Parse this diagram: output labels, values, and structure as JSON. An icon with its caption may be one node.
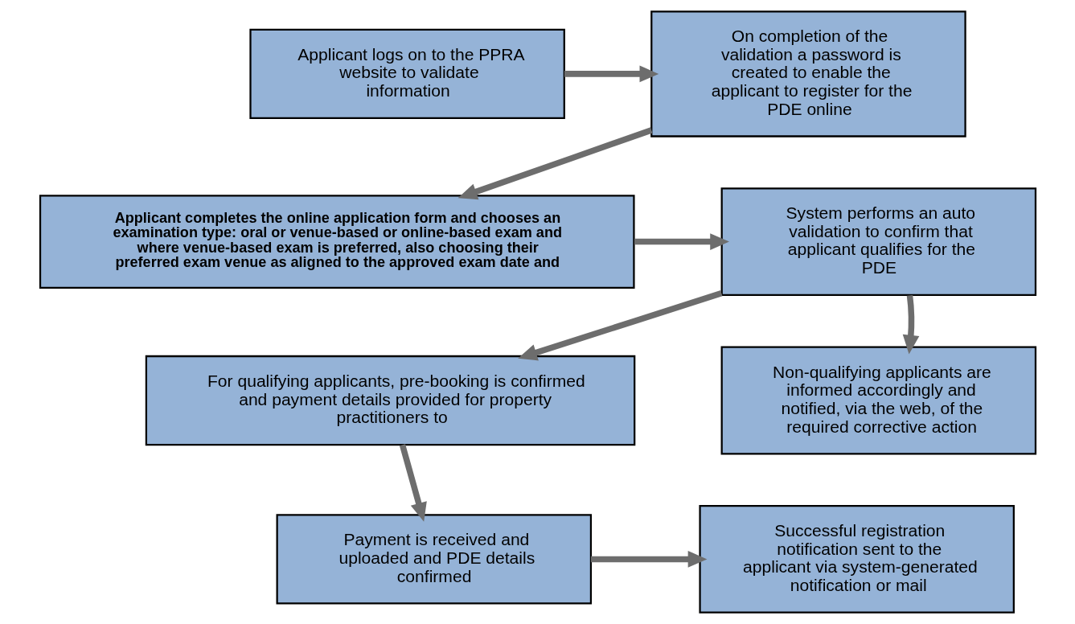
{
  "diagram": {
    "nodes": [
      {
        "text": [
          "Applicant logs on to the PPRA website to validate information"
        ]
      },
      {
        "text": [
          "On completion of the validation a password is created to enable the applicant to register for the PDE online"
        ]
      },
      {
        "text": [
          "System performs an auto validation to confirm that applicant qualifies for the PDE"
        ]
      },
      {
        "text": [
          "Applicant completes the online application form and chooses an examination type: oral or venue-based or online-based exam and where venue-based exam is preferred, also choosing their preferred exam venue as aligned to the approved exam date and"
        ]
      },
      {
        "text": [
          "Non-qualifying applicants are informed accordingly and notified, via the web, of the required corrective action"
        ]
      },
      {
        "text": [
          "For qualifying applicants, pre-booking is confirmed and payment details provided for property practitioners to"
        ]
      },
      {
        "text": [
          "Successful registration notification sent to the applicant via system-generated notification or mail"
        ]
      },
      {
        "text": [
          "Payment is received and uploaded and PDE details confirmed"
        ]
      }
    ],
    "edges": [
      {
        "from": 0,
        "to": 1,
        "arrow": "to"
      },
      {
        "from": 1,
        "to": 3,
        "arrow": "to"
      },
      {
        "from": 3,
        "to": 2,
        "arrow": "to"
      },
      {
        "from": 2,
        "to": 4,
        "arrow": "to"
      },
      {
        "from": 2,
        "to": 5,
        "arrow": "to"
      },
      {
        "from": 5,
        "to": 7,
        "arrow": "to"
      },
      {
        "from": 7,
        "to": 6,
        "arrow": "to"
      }
    ]
  }
}
